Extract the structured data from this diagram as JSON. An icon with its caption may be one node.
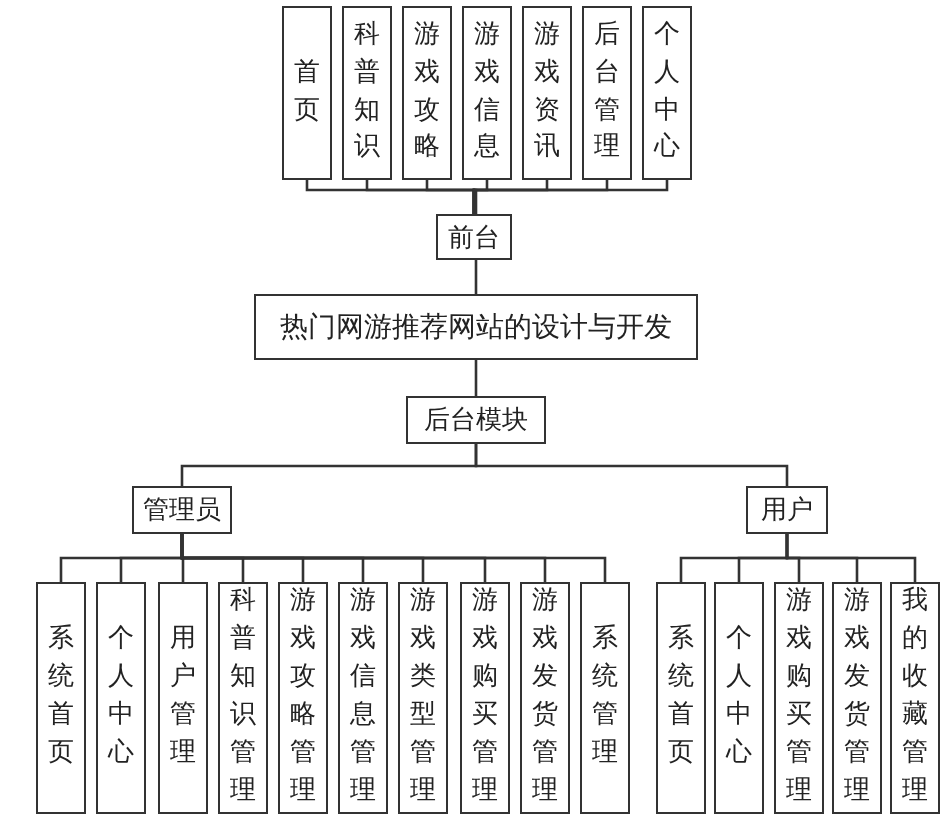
{
  "diagram": {
    "nodes": [
      {
        "text": [
          "首页"
        ]
      },
      {
        "text": [
          "科普知识"
        ]
      },
      {
        "text": [
          "游戏攻略"
        ]
      },
      {
        "text": [
          "游戏信息"
        ]
      },
      {
        "text": [
          "游戏资讯"
        ]
      },
      {
        "text": [
          "后台管理"
        ]
      },
      {
        "text": [
          "个人中心"
        ]
      },
      {
        "text": [
          "前台"
        ]
      },
      {
        "text": [
          "热门网游推荐网站的设计与开发"
        ]
      },
      {
        "text": [
          "后台模块"
        ]
      },
      {
        "text": [
          "管理员"
        ]
      },
      {
        "text": [
          "系统首页"
        ]
      },
      {
        "text": [
          "个人中心"
        ]
      },
      {
        "text": [
          "用户管理"
        ]
      },
      {
        "text": [
          "科普知识管理"
        ]
      },
      {
        "text": [
          "游戏攻略管理"
        ]
      },
      {
        "text": [
          "游戏信息管理"
        ]
      },
      {
        "text": [
          "游戏类型管理"
        ]
      },
      {
        "text": [
          "游戏购买管理"
        ]
      },
      {
        "text": [
          "游戏发货管理"
        ]
      },
      {
        "text": [
          "系统管理"
        ]
      },
      {
        "text": [
          "用户"
        ]
      },
      {
        "text": [
          "系统首页"
        ]
      },
      {
        "text": [
          "个人中心"
        ]
      },
      {
        "text": [
          "游戏购买管理"
        ]
      },
      {
        "text": [
          "游戏发货管理"
        ]
      },
      {
        "text": [
          "我的收藏管理"
        ]
      }
    ],
    "edges": [
      {
        "from": 7,
        "to": 0,
        "arrow": "none"
      },
      {
        "from": 7,
        "to": 1,
        "arrow": "none"
      },
      {
        "from": 7,
        "to": 2,
        "arrow": "none"
      },
      {
        "from": 7,
        "to": 3,
        "arrow": "none"
      },
      {
        "from": 7,
        "to": 4,
        "arrow": "none"
      },
      {
        "from": 7,
        "to": 5,
        "arrow": "none"
      },
      {
        "from": 7,
        "to": 6,
        "arrow": "none"
      },
      {
        "from": 8,
        "to": 7,
        "arrow": "none"
      },
      {
        "from": 8,
        "to": 9,
        "arrow": "none"
      },
      {
        "from": 9,
        "to": 10,
        "arrow": "none"
      },
      {
        "from": 9,
        "to": 21,
        "arrow": "none"
      },
      {
        "from": 10,
        "to": 11,
        "arrow": "none"
      },
      {
        "from": 10,
        "to": 12,
        "arrow": "none"
      },
      {
        "from": 10,
        "to": 13,
        "arrow": "none"
      },
      {
        "from": 10,
        "to": 14,
        "arrow": "none"
      },
      {
        "from": 10,
        "to": 15,
        "arrow": "none"
      },
      {
        "from": 10,
        "to": 16,
        "arrow": "none"
      },
      {
        "from": 10,
        "to": 17,
        "arrow": "none"
      },
      {
        "from": 10,
        "to": 18,
        "arrow": "none"
      },
      {
        "from": 10,
        "to": 19,
        "arrow": "none"
      },
      {
        "from": 10,
        "to": 20,
        "arrow": "none"
      },
      {
        "from": 21,
        "to": 22,
        "arrow": "none"
      },
      {
        "from": 21,
        "to": 23,
        "arrow": "none"
      },
      {
        "from": 21,
        "to": 24,
        "arrow": "none"
      },
      {
        "from": 21,
        "to": 25,
        "arrow": "none"
      },
      {
        "from": 21,
        "to": 26,
        "arrow": "none"
      }
    ]
  }
}
